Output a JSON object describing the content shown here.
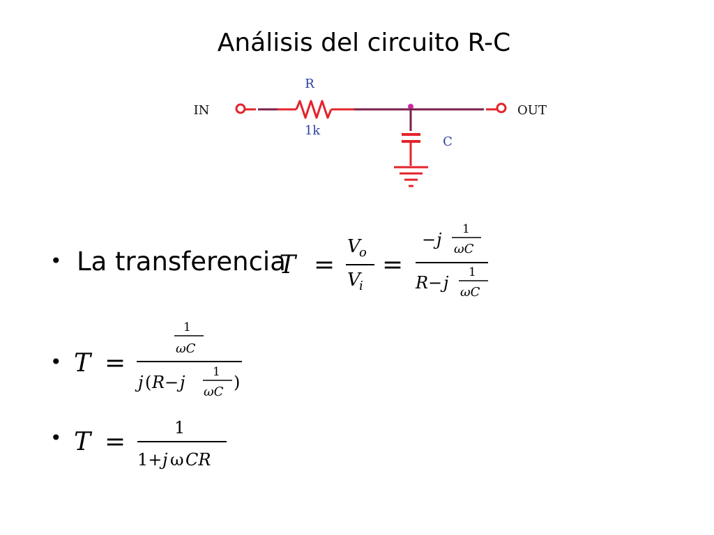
{
  "slide": {
    "title": "Análisis del circuito R-C"
  },
  "circuit": {
    "label_r": "R",
    "label_r_value": "1k",
    "label_c": "C",
    "label_in": "IN",
    "label_out": "OUT",
    "colors": {
      "wire": "#7a1f4a",
      "component": "#e3242b",
      "label": "#2b3fa0",
      "node": "#cc2aa3"
    }
  },
  "bullets": {
    "b1_text": "La transferencia",
    "b1_T": "T",
    "b1_eq1": "=",
    "b1_vo_v": "V",
    "b1_vo_sub": "o",
    "b1_vi_v": "V",
    "b1_vi_sub": "i",
    "b1_eq2": "=",
    "b1_num_minus": "−",
    "b1_num_j": "j",
    "b1_num_one": "1",
    "b1_num_omegaC": "ωC",
    "b1_den_R": "R",
    "b1_den_minus": "−",
    "b1_den_j": "j",
    "b1_den_one": "1",
    "b1_den_omegaC": "ωC",
    "b2_T": "T",
    "b2_eq": "=",
    "b2_num_one": "1",
    "b2_num_omegaC": "ωC",
    "b2_den_j": "j",
    "b2_den_open": "(",
    "b2_den_R": "R",
    "b2_den_minus": "−",
    "b2_den_j2": "j",
    "b2_den_one": "1",
    "b2_den_omegaC": "ωC",
    "b2_den_close": ")",
    "b3_T": "T",
    "b3_eq": "=",
    "b3_num": "1",
    "b3_den_prefix": "1+",
    "b3_den_j": "j",
    "b3_den_omega": "ω",
    "b3_den_CR": "CR",
    "bullet_glyph": "•"
  }
}
